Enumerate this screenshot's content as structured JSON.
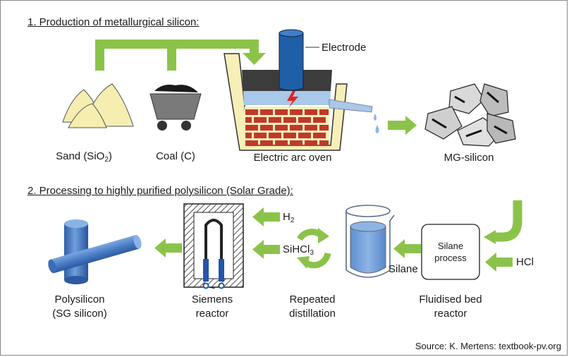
{
  "section1": {
    "heading": "1. Production of metallurgical silicon:",
    "electrode_label": "Electrode",
    "sand_label": {
      "prefix": "Sand (SiO",
      "sub": "2",
      "suffix": ")"
    },
    "coal_label": "Coal (C)",
    "oven_label": "Electric arc oven",
    "mg_label": "MG-silicon"
  },
  "section2": {
    "heading": "2. Processing to highly purified polysilicon (Solar Grade):",
    "h2_label": {
      "prefix": "H",
      "sub": "2"
    },
    "sihcl3_label": {
      "prefix": "SiHCl",
      "sub": "3"
    },
    "silane_label": "Silane",
    "silane_process_label": "Silane\nprocess",
    "hcl_label": "HCl",
    "polysilicon_label": "Polysilicon\n(SG silicon)",
    "siemens_label": "Siemens\nreactor",
    "distillation_label": "Repeated\ndistillation",
    "fluidised_label": "Fluidised bed\nreactor",
    "ac_symbol": "~"
  },
  "source": "Source: K. Mertens: textbook-pv.org",
  "colors": {
    "arrow_green": "#8bc34a",
    "sand_fill": "#f5eeb0",
    "brick_red": "#c0392b",
    "oven_wall": "#f7efb8",
    "electrode_blue": "#1f5fa8",
    "melt_blue": "#a9c8ea",
    "silicon_blue": "#4a7ec6",
    "coil_blue": "#2255aa"
  },
  "icons": [
    "sand-pile-icon",
    "coal-cart-icon",
    "arc-oven-icon",
    "mg-silicon-chunks-icon",
    "polysilicon-rods-icon",
    "siemens-reactor-icon",
    "recycle-arrows-icon",
    "beaker-icon"
  ]
}
